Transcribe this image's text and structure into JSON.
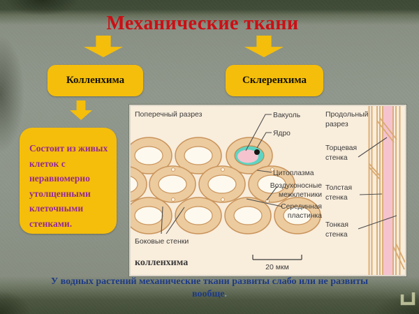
{
  "slide": {
    "title": "Механические ткани",
    "footer_line1": "У водных растений механические ткани развиты слабо или не развиты",
    "footer_line2": "вообще",
    "footer_period": "."
  },
  "flowchart": {
    "left_box": "Колленхима",
    "right_box": "Склеренхима",
    "left_note": "Состоит из живых клеток с неравномерно утолщенными клеточными стенками."
  },
  "diagram": {
    "cross_section_label": "Поперечный разрез",
    "longitudinal_label_line1": "Продольный",
    "longitudinal_label_line2": "разрез",
    "vacuole": "Вакуоль",
    "nucleus": "Ядро",
    "cytoplasm": "Цитоплазма",
    "air_spaces_line1": "Воздухоносные",
    "air_spaces_line2": "межклетники",
    "middle_lamella_line1": "Серединная",
    "middle_lamella_line2": "пластинка",
    "end_wall_line1": "Торцевая",
    "end_wall_line2": "стенка",
    "thick_wall_line1": "Толстая",
    "thick_wall_line2": "стенка",
    "thin_wall_line1": "Тонкая",
    "thin_wall_line2": "стенка",
    "side_walls": "Боковые стенки",
    "caption": "колленхима",
    "scale_label": "20 мкм"
  },
  "colors": {
    "accent_yellow": "#F5BE0B",
    "title_red": "#CB0F15",
    "note_purple": "#942B90",
    "footer_blue": "#1D3A85",
    "caption_navy": "#2B3472",
    "diagram_bg": "#F9EDDC",
    "cell_wall": "#ECCB9F",
    "cell_wall_edge": "#C9935A",
    "cytoplasm_teal": "#5ED5C3",
    "vacuole_pink": "#F5C3CE"
  }
}
